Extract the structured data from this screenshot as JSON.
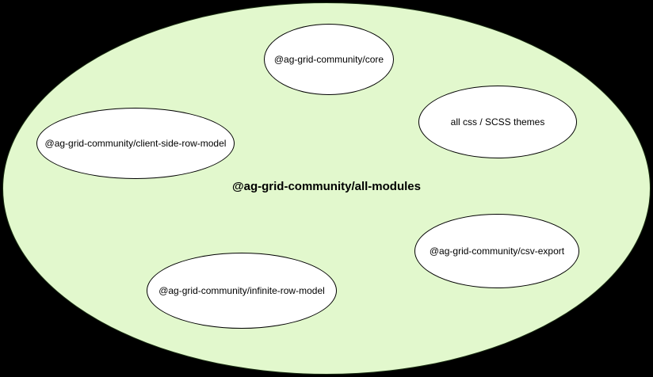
{
  "diagram": {
    "title": "@ag-grid-community/all-modules",
    "nodes": [
      {
        "id": "core",
        "label": "@ag-grid-community/core"
      },
      {
        "id": "css-themes",
        "label": "all css / SCSS themes"
      },
      {
        "id": "client-side-row-model",
        "label": "@ag-grid-community/client-side-row-model"
      },
      {
        "id": "csv-export",
        "label": "@ag-grid-community/csv-export"
      },
      {
        "id": "infinite-row-model",
        "label": "@ag-grid-community/infinite-row-model"
      }
    ],
    "colors": {
      "background": "#000000",
      "container_fill": "#e2f8cd",
      "container_stroke": "#1a2e12",
      "node_fill": "#ffffff",
      "node_stroke": "#000000",
      "text": "#000000"
    }
  }
}
